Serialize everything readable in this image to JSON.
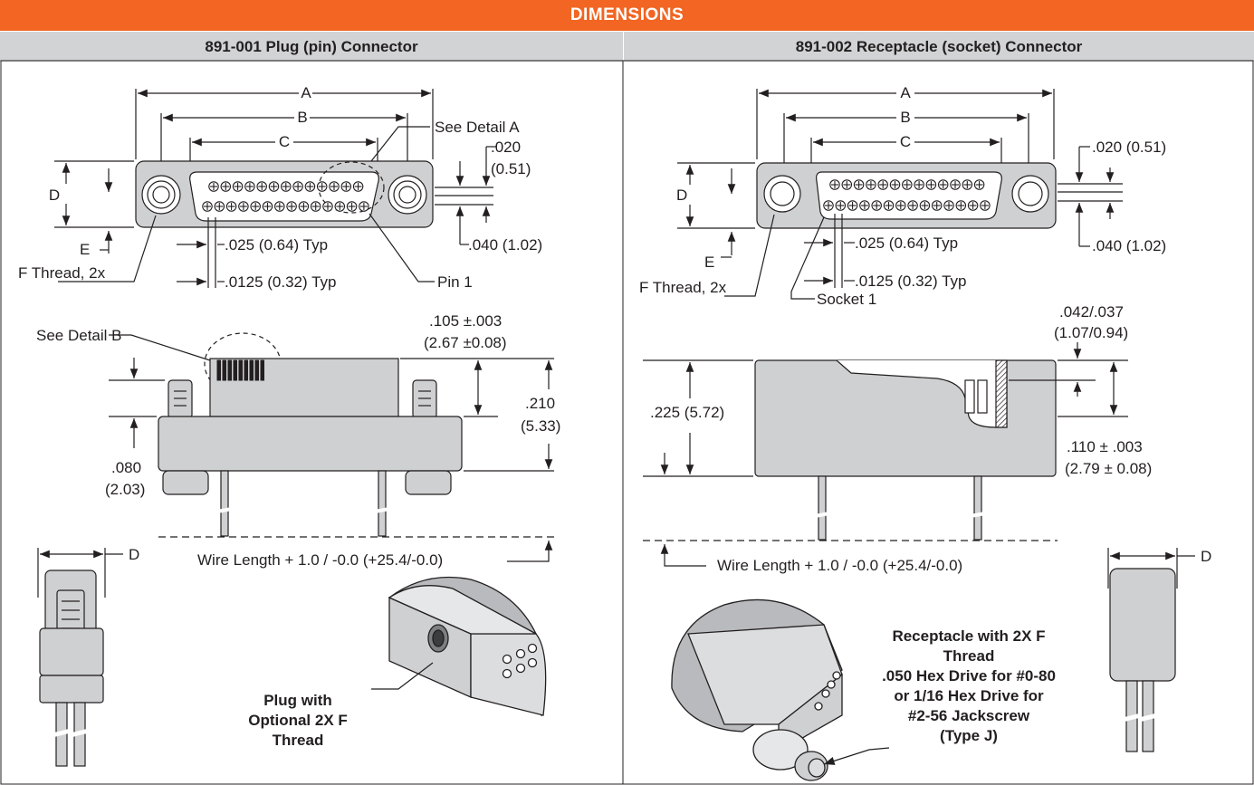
{
  "header": {
    "title": "DIMENSIONS",
    "col_left": "891-001 Plug (pin) Connector",
    "col_right": "891-002 Receptacle (socket) Connector"
  },
  "left": {
    "a": "A",
    "b": "B",
    "c": "C",
    "d": "D",
    "e": "E",
    "see_detail_a": "See Detail A",
    "dim_020": ".020",
    "dim_051": "(0.51)",
    "dim_040": ".040 (1.02)",
    "dim_025": ".025 (0.64) Typ",
    "dim_0125": ".0125 (0.32) Typ",
    "f_thread": "F Thread, 2x",
    "pin1": "Pin 1",
    "see_detail_b": "See Detail B",
    "dim_105": ".105 ±.003",
    "dim_267": "(2.67 ±0.08)",
    "dim_210": ".210",
    "dim_533": "(5.33)",
    "dim_080": ".080",
    "dim_203": "(2.03)",
    "wire_length": "Wire Length + 1.0 / -0.0 (+25.4/-0.0)",
    "side_d": "D",
    "callout": [
      "Plug with",
      "Optional 2X F",
      "Thread"
    ]
  },
  "right": {
    "a": "A",
    "b": "B",
    "c": "C",
    "d": "D",
    "e": "E",
    "dim_020": ".020 (0.51)",
    "dim_040": ".040 (1.02)",
    "dim_025": ".025 (0.64) Typ",
    "dim_0125": ".0125 (0.32) Typ",
    "f_thread": "F Thread, 2x",
    "socket1": "Socket 1",
    "dim_042": ".042/.037",
    "dim_107": "(1.07/0.94)",
    "dim_225": ".225 (5.72)",
    "dim_110": ".110 ± .003",
    "dim_279": "(2.79 ± 0.08)",
    "wire_length": "Wire Length + 1.0 / -0.0 (+25.4/-0.0)",
    "side_d": "D",
    "callout": [
      "Receptacle with 2X F",
      "Thread",
      ".050 Hex Drive for #0-80",
      "or 1/16 Hex Drive for",
      "#2-56 Jackscrew",
      "(Type J)"
    ]
  },
  "colors": {
    "header": "#f26522",
    "subheader": "#d1d3d4",
    "body_fill": "#cfd0d2",
    "line": "#231f20"
  }
}
